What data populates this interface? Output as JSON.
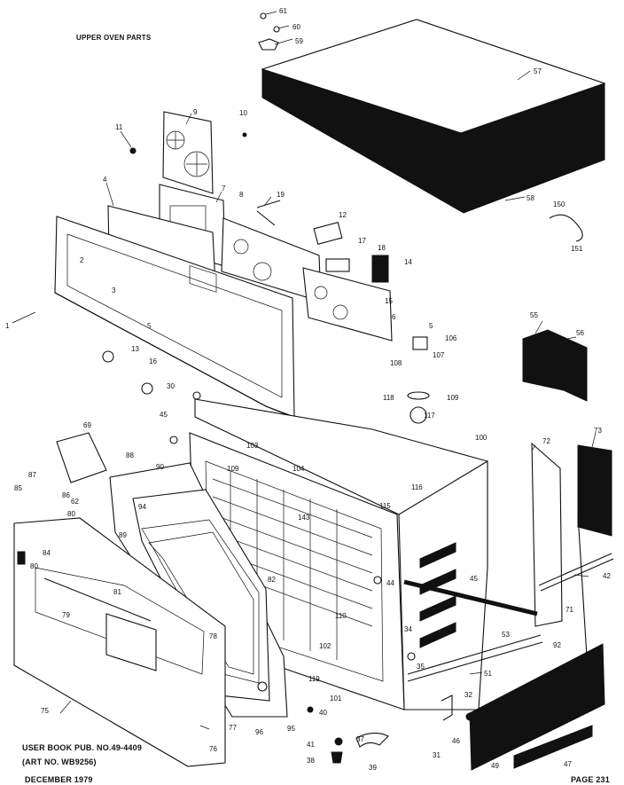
{
  "title": "UPPER OVEN PARTS",
  "footer": {
    "pub_line_1": "USER BOOK PUB. NO.49-4409",
    "pub_line_2": "(ART NO. WB9256)",
    "date": "DECEMBER 1979",
    "page": "PAGE 231"
  },
  "callouts": [
    "61",
    "60",
    "59",
    "57",
    "58",
    "150",
    "151",
    "9",
    "10",
    "11",
    "4",
    "7",
    "8",
    "19",
    "12",
    "17",
    "18",
    "14",
    "2",
    "3",
    "1",
    "5",
    "15",
    "6",
    "13",
    "16",
    "5",
    "106",
    "108",
    "107",
    "109",
    "55",
    "56",
    "30",
    "45",
    "117",
    "118",
    "100",
    "72",
    "73",
    "69",
    "88",
    "103",
    "104",
    "109",
    "90",
    "87",
    "85",
    "86",
    "62",
    "94",
    "80",
    "89",
    "143",
    "82",
    "115",
    "116",
    "44",
    "45",
    "42",
    "71",
    "92",
    "51",
    "53",
    "84",
    "80",
    "81",
    "79",
    "78",
    "75",
    "77",
    "76",
    "96",
    "95",
    "102",
    "119",
    "101",
    "110",
    "40",
    "41",
    "38",
    "39",
    "37",
    "34",
    "35",
    "32",
    "31",
    "46",
    "49",
    "47"
  ]
}
